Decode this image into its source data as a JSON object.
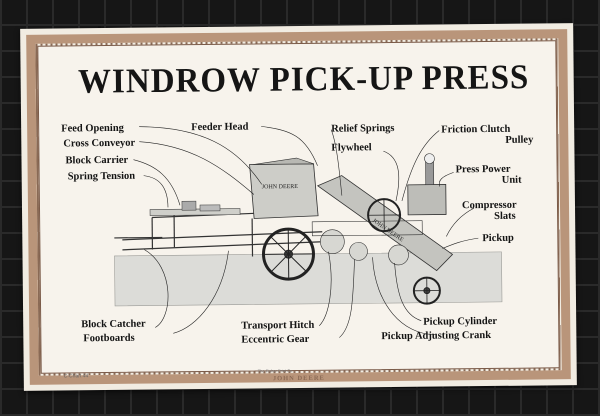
{
  "poster": {
    "title": "WINDROW PICK-UP PRESS",
    "labels": {
      "feed_opening": "Feed Opening",
      "feeder_head": "Feeder Head",
      "relief_springs": "Relief Springs",
      "friction_clutch_pulley_line1": "Friction Clutch",
      "friction_clutch_pulley_line2": "Pulley",
      "cross_conveyor": "Cross Conveyor",
      "flywheel": "Flywheel",
      "block_carrier": "Block Carrier",
      "press_power_unit_line1": "Press Power",
      "press_power_unit_line2": "Unit",
      "spring_tension": "Spring Tension",
      "compressor_slats_line1": "Compressor",
      "compressor_slats_line2": "Slats",
      "pickup": "Pickup",
      "block_catcher": "Block Catcher",
      "footboards": "Footboards",
      "transport_hitch": "Transport Hitch",
      "eccentric_gear": "Eccentric Gear",
      "pickup_cylinder": "Pickup Cylinder",
      "pickup_adjusting_crank": "Pickup Adjusting Crank"
    },
    "machine_text": {
      "hopper_brand": "JOHN DEERE",
      "chute_brand": "JOHN DEERE"
    },
    "footer": {
      "chart_number": "C-Chart 44",
      "fine_print": "The Fisher Print Co.",
      "brand": "JOHN DEERE"
    }
  },
  "colors": {
    "poster_paper": "#f7f3ec",
    "border_brown": "#b9957a",
    "ink": "#151515",
    "background": "#161616"
  }
}
